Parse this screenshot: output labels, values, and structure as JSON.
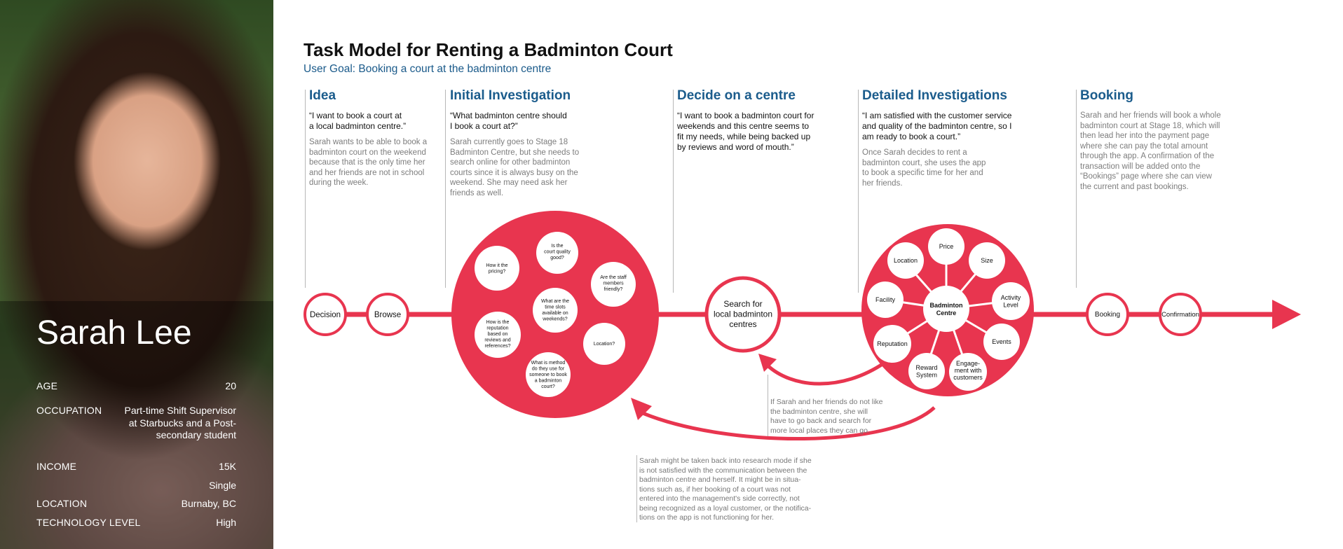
{
  "persona": {
    "name": "Sarah Lee",
    "rows": [
      {
        "key": "AGE",
        "value": "20"
      },
      {
        "key": "OCCUPATION",
        "value": "Part-time Shift Supervisor at Starbucks and a Post-secondary student"
      },
      {
        "key": "INCOME",
        "value": "15K"
      },
      {
        "key": "",
        "value": "Single"
      },
      {
        "key": "LOCATION",
        "value": "Burnaby, BC"
      },
      {
        "key": "TECHNOLOGY LEVEL",
        "value": "High"
      }
    ]
  },
  "header": {
    "title": "Task Model for Renting a Badminton Court",
    "subtitle": "User Goal: Booking a court at the badminton centre"
  },
  "phases": [
    {
      "title": "Idea",
      "quote": "“I want to book a court at\na local badminton centre.”",
      "desc": "Sarah wants to be able to book a\nbadminton court on the weekend\nbecause that is the only time her\nand her friends are not in school\nduring the week."
    },
    {
      "title": "Initial Investigation",
      "quote": "“What badminton centre should\nI book a court at?”",
      "desc": "Sarah currently goes to Stage 18\nBadminton Centre, but she needs to\nsearch online for other badminton\ncourts since it is always busy on the\nweekend. She may need ask her\nfriends as well."
    },
    {
      "title": "Decide on a centre",
      "quote": "“I want to book a badminton court for\nweekends and this centre seems to\nfit my needs, while being backed up\nby reviews and word of mouth.”",
      "desc": ""
    },
    {
      "title": "Detailed Investigations",
      "quote": "“I am satisfied with the customer service\nand quality of the badminton centre, so I\nam ready to book a court.”",
      "desc": "Once Sarah decides to rent a\nbadminton court, she uses the app\nto book a  specific time for her and\nher friends."
    },
    {
      "title": "Booking",
      "quote": "",
      "desc": "Sarah and her friends will book a whole\nbadminton court at Stage 18, which will\nthen lead her into the payment page\nwhere she can pay the total amount\nthrough the app. A confirmation of the\ntransaction will be added onto the\n“Bookings” page where she can view\nthe current and past bookings."
    }
  ],
  "flow": {
    "steps": [
      "Decision",
      "Browse",
      "Search for\nlocal badminton\ncentres",
      "Booking",
      "Confirmation"
    ],
    "investigation_questions": [
      "Is the\ncourt quality\ngood?",
      "How it the\npricing?",
      "Are the staff\nmembers\nfriendly?",
      "What are the\ntime slots\navailable on\nweekends?",
      "How is the\nreputation\nbased on\nreviews and\nreferences?",
      "Location?",
      "What is method\ndo they use for\nsomeone to book\na badminton\ncourt?"
    ],
    "centre_hub": "Badminton\nCentre",
    "centre_factors": [
      "Price",
      "Size",
      "Activity\nLevel",
      "Events",
      "Engage-\nment with\ncustomers",
      "Reward\nSystem",
      "Reputation",
      "Facility",
      "Location"
    ]
  },
  "notes": {
    "loop_back_1": "If Sarah and her friends do not like\nthe badminton centre, she will\nhave to go back and search for\nmore local places they can go.",
    "loop_back_2": "Sarah might be taken back into research mode if she\nis not satisfied with the communication between the\nbadminton centre and herself. It might be in situa-\ntions such as, if her booking of a court was not\nentered into the management's side correctly, not\nbeing recognized as a loyal customer, or the notifica-\ntions on the app is not functioning for her."
  },
  "colors": {
    "accent": "#e8354f",
    "heading_blue": "#1b5c8c",
    "note_gray": "#7d7d7d"
  }
}
